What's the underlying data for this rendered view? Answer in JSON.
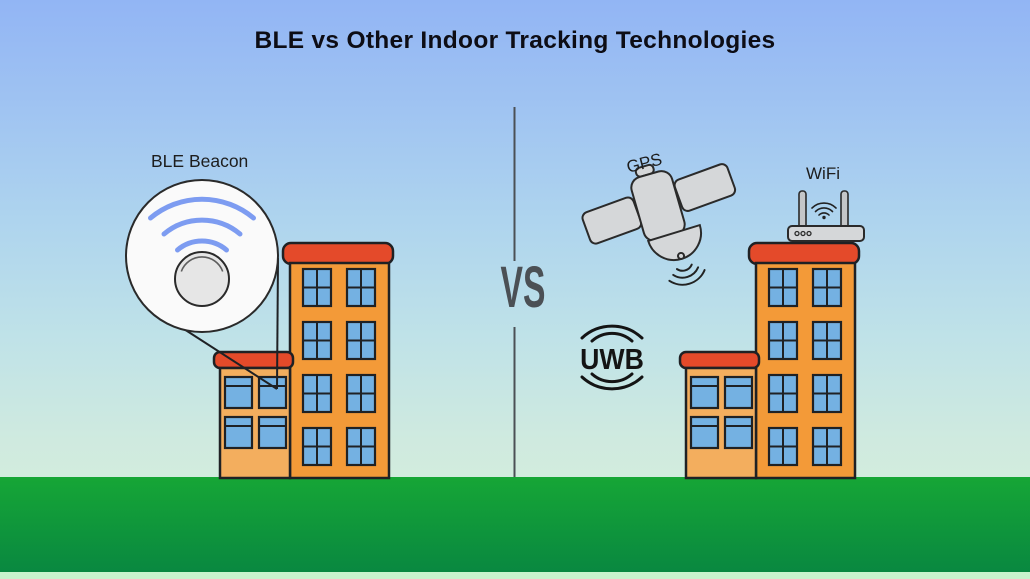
{
  "title": "BLE vs Other Indoor Tracking Technologies",
  "divider": {
    "vs_label": "VS"
  },
  "left_panel": {
    "beacon_label": "BLE Beacon",
    "icons": {
      "beacon": "ble-beacon-icon",
      "buildings": "city-buildings-icon"
    }
  },
  "right_panel": {
    "gps_label": "GPS",
    "wifi_label": "WiFi",
    "uwb_label": "UWB",
    "icons": {
      "gps": "gps-satellite-icon",
      "wifi": "wifi-router-icon",
      "uwb": "uwb-signal-icon",
      "buildings": "city-buildings-icon"
    }
  },
  "colors": {
    "sky_top": "#92b5f4",
    "sky_mid": "#b3d7ec",
    "sky_bottom": "#d8f0dc",
    "grass_top": "#16a636",
    "grass_bottom": "#098840",
    "grass_strip": "#c9f3cd",
    "building_orange": "#f39a38",
    "building_light_orange": "#f3ae5e",
    "roof_red": "#e44a2a",
    "window_blue": "#74b1e2",
    "outline_dark": "#1f2124",
    "metal_gray": "#d5d7d9",
    "metal_gray_dark": "#c4c6c8",
    "beacon_white": "#fafafa",
    "beacon_button_gray": "#e6e6e6",
    "ble_wave_blue": "#7d9cf1",
    "divider_gray": "#4b5055",
    "title_text": "#0d0d15",
    "label_text": "#1d1d1d"
  }
}
